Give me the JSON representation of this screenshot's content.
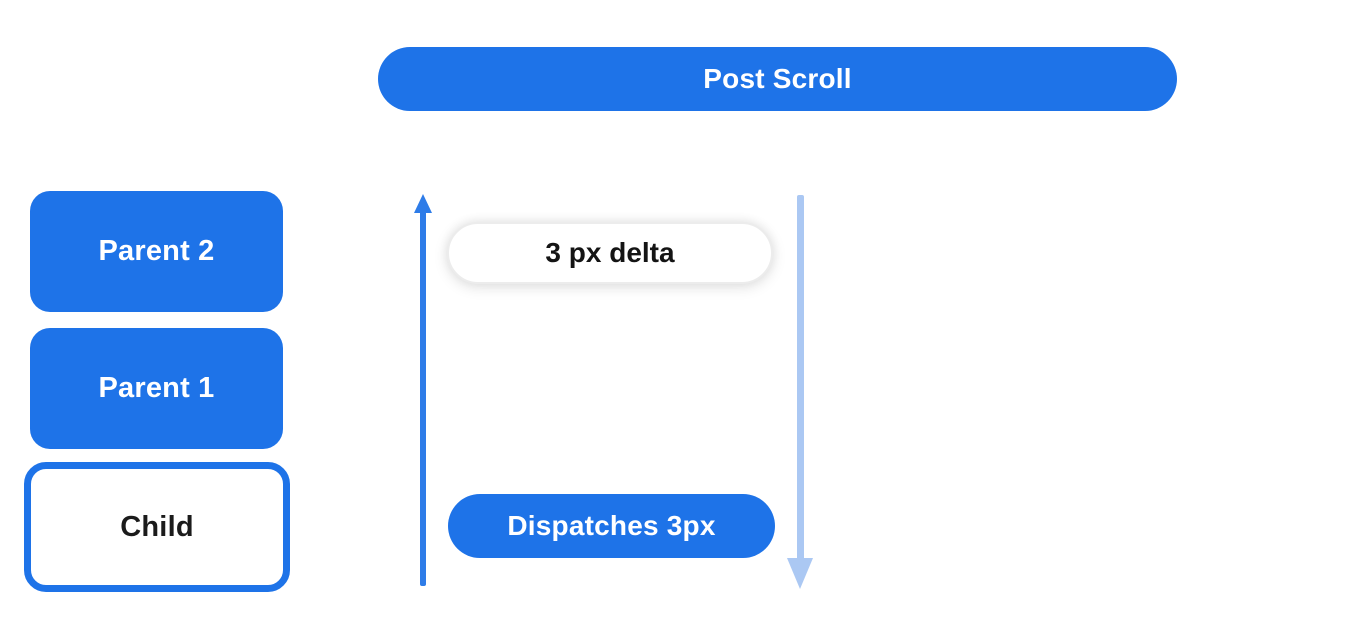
{
  "diagram": {
    "title_pill": {
      "label": "Post Scroll"
    },
    "nodes": [
      {
        "id": "parent2",
        "label": "Parent 2",
        "style": "filled"
      },
      {
        "id": "parent1",
        "label": "Parent 1",
        "style": "filled"
      },
      {
        "id": "child",
        "label": "Child",
        "style": "outlined"
      }
    ],
    "delta_pill": {
      "label": "3 px delta"
    },
    "dispatch_pill": {
      "label": "Dispatches 3px"
    },
    "icons": {
      "up_arrow": "up-arrow-icon",
      "down_arrow": "down-arrow-icon"
    },
    "colors": {
      "primary_blue": "#1e73e8",
      "arrow_blue": "#2e7ce8",
      "light_arrow_blue": "#abc8f3",
      "text_dark": "#141414",
      "white": "#ffffff"
    }
  }
}
